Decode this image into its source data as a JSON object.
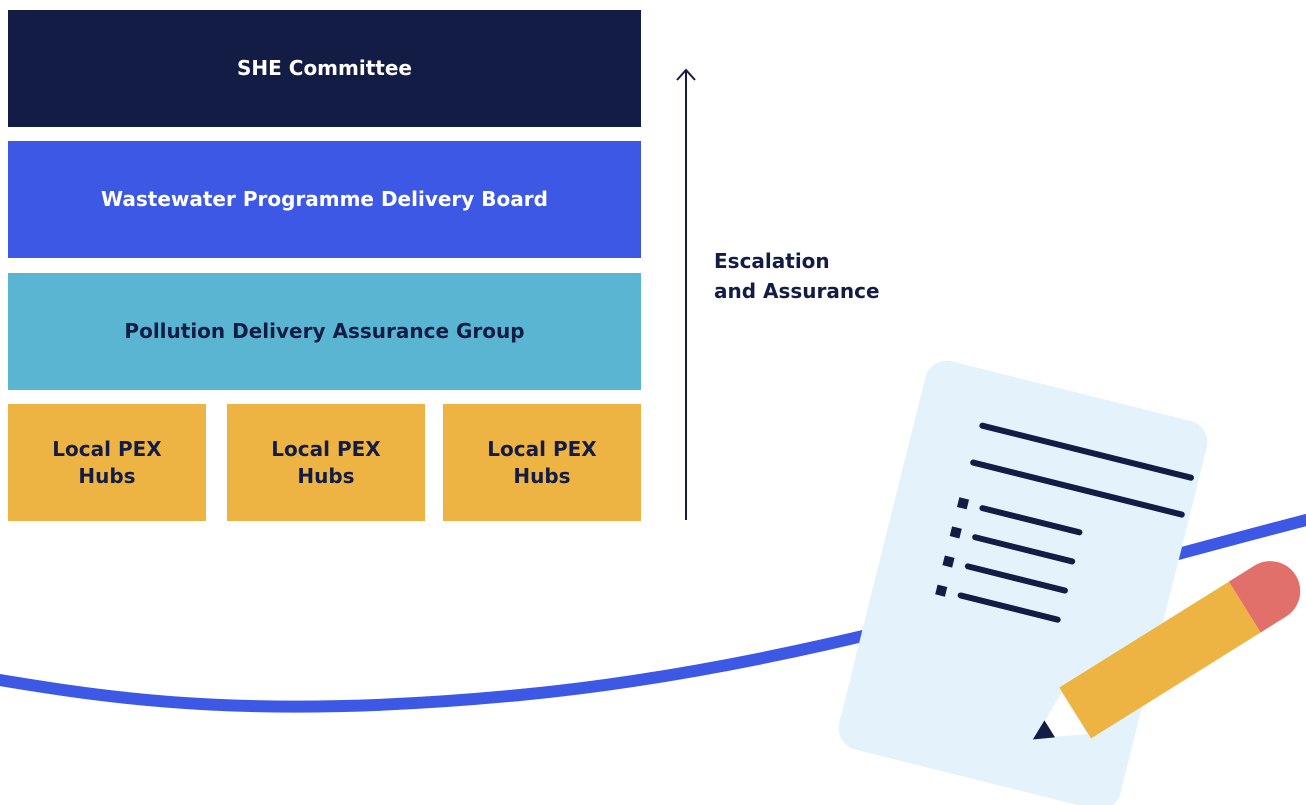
{
  "diagram": {
    "tiers": [
      {
        "label": "SHE Committee"
      },
      {
        "label": "Wastewater Programme Delivery Board"
      },
      {
        "label": "Pollution Delivery Assurance Group"
      }
    ],
    "hubs": [
      {
        "line1": "Local PEX",
        "line2": "Hubs"
      },
      {
        "line1": "Local PEX",
        "line2": "Hubs"
      },
      {
        "line1": "Local PEX",
        "line2": "Hubs"
      }
    ],
    "arrow": {
      "label_line1": "Escalation",
      "label_line2": "and Assurance"
    }
  },
  "colors": {
    "navy": "#131c45",
    "blue": "#3e58e6",
    "teal": "#5ab5d3",
    "mustard": "#eeb443",
    "paper": "#e4f3fb",
    "pencil_tip": "#e2706a"
  }
}
